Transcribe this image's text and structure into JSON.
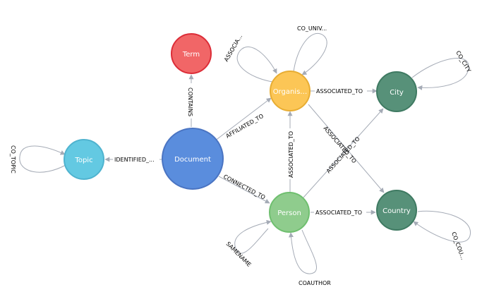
{
  "graph": {
    "nodes": [
      {
        "id": "term",
        "label": "Term",
        "fill": "#f16667",
        "stroke": "#dc2d38"
      },
      {
        "id": "document",
        "label": "Document",
        "fill": "#5a8ddd",
        "stroke": "#4a74c2"
      },
      {
        "id": "topic",
        "label": "Topic",
        "fill": "#63c9e2",
        "stroke": "#4fb3cf"
      },
      {
        "id": "org",
        "label": "Organis…",
        "fill": "#fcc656",
        "stroke": "#e8ad33"
      },
      {
        "id": "city",
        "label": "City",
        "fill": "#579179",
        "stroke": "#3f7a62"
      },
      {
        "id": "person",
        "label": "Person",
        "fill": "#8fcc8d",
        "stroke": "#6fbf6f"
      },
      {
        "id": "country",
        "label": "Country",
        "fill": "#579179",
        "stroke": "#3f7a62"
      }
    ],
    "edges": [
      {
        "id": "contains",
        "label": "CONTAINS"
      },
      {
        "id": "identified",
        "label": "IDENTIFIED_..."
      },
      {
        "id": "affiliated",
        "label": "AFFILIATED_TO"
      },
      {
        "id": "connected",
        "label": "CONNECTED_TO"
      },
      {
        "id": "org-city",
        "label": "ASSOCIATED_TO"
      },
      {
        "id": "org-country",
        "label": "ASSOCIATED_TO"
      },
      {
        "id": "person-org",
        "label": "ASSOCIATED_TO"
      },
      {
        "id": "person-city",
        "label": "ASSOCIATED_TO"
      },
      {
        "id": "person-country",
        "label": "ASSOCIATED_TO"
      }
    ],
    "loops": [
      {
        "id": "co-topic",
        "label": "CO_TOPIC"
      },
      {
        "id": "org-assoc",
        "label": "ASSOCIA..."
      },
      {
        "id": "co-univ",
        "label": "CO_UNIV..."
      },
      {
        "id": "co-city",
        "label": "CO_CITY"
      },
      {
        "id": "co-country",
        "label": "CO_COU..."
      },
      {
        "id": "samename",
        "label": "SAMENAME"
      },
      {
        "id": "coauthor",
        "label": "COAUTHOR"
      }
    ]
  }
}
